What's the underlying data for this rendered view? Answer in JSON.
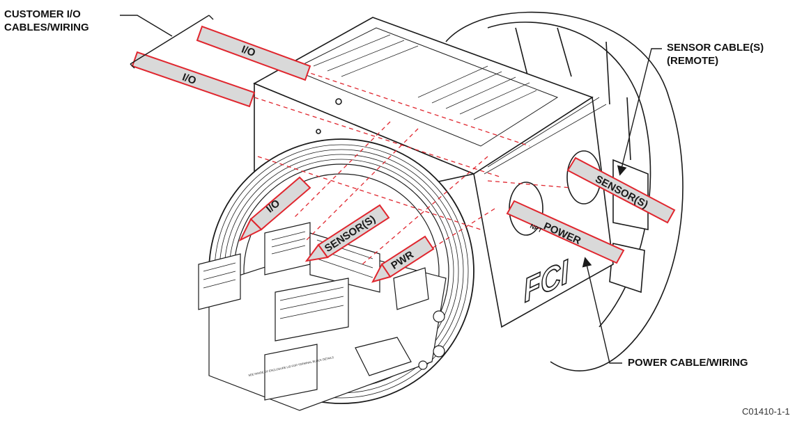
{
  "callouts": {
    "customer_io_line1": "CUSTOMER I/O",
    "customer_io_line2": "CABLES/WIRING",
    "sensor_cable_line1": "SENSOR CABLE(S)",
    "sensor_cable_line2": "(REMOTE)",
    "power_cable": "POWER CABLE/WIRING"
  },
  "ribbons": {
    "io_upper": "I/O",
    "io_lower": "I/O",
    "io_inner": "I/O",
    "sensor_inner": "SENSOR(S)",
    "pwr_inner": "PWR",
    "sensor_outer": "SENSOR(S)",
    "power_outer": "POWER"
  },
  "device": {
    "logo": "FCI",
    "terminal_label": "SEE INSIDE OF ENCLOSURE LID FOR TERMINAL BLOCK DETAILS",
    "conduit_label": "NPT"
  },
  "figure_id": "C01410-1-1",
  "colors": {
    "ribbon_fill": "#d9d9d9",
    "ribbon_edge": "#e0262e",
    "line": "#1a1a1a",
    "dashed": "#e0262e"
  }
}
